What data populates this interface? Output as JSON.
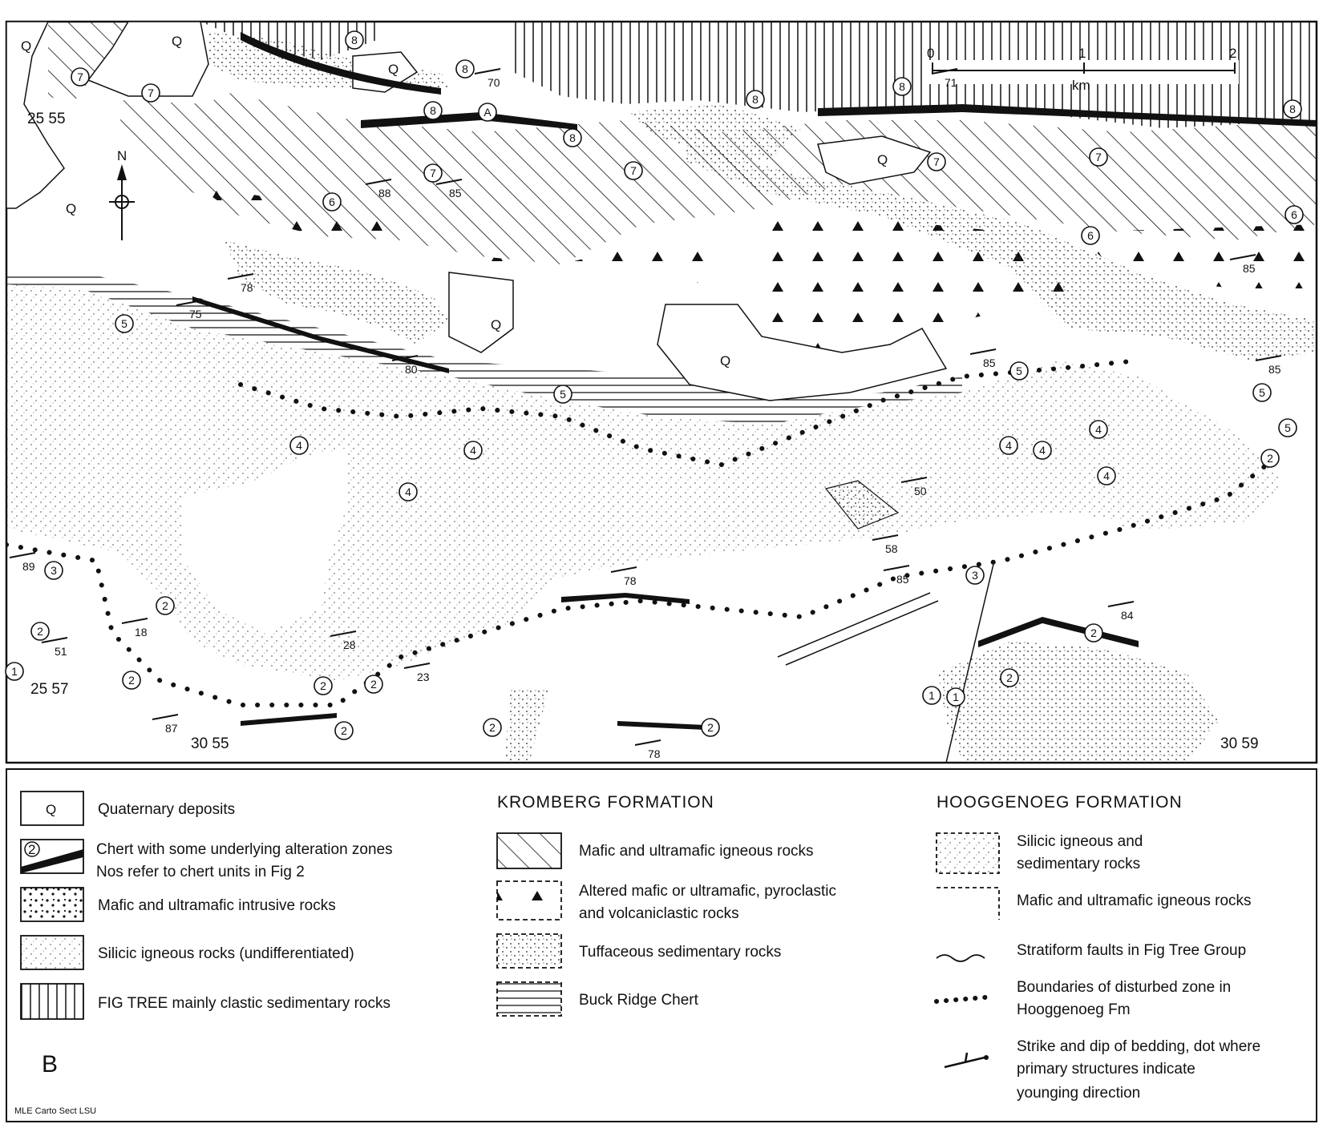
{
  "scale_bar": {
    "ticks": [
      "0",
      "1",
      "2"
    ],
    "unit": "km"
  },
  "north_arrow": {
    "label": "N"
  },
  "coordinates": {
    "top_left": "25 55",
    "bottom_left": "25 57",
    "bottom_middle": "30 55",
    "bottom_right": "30 59"
  },
  "map_labels": {
    "quaternary": "Q",
    "chert_units": [
      "1",
      "2",
      "3",
      "4",
      "5",
      "6",
      "7",
      "8",
      "A"
    ],
    "dips": [
      "70",
      "71",
      "85",
      "88",
      "78",
      "75",
      "80",
      "85",
      "85",
      "50",
      "58",
      "85",
      "78",
      "84",
      "89",
      "51",
      "18",
      "28",
      "23",
      "87",
      "78",
      "85"
    ]
  },
  "legend": {
    "col1": [
      {
        "label_lines": [
          "Quaternary deposits"
        ],
        "icon": "Q"
      },
      {
        "label_lines": [
          "Chert  with some underlying alteration zones",
          "Nos  refer to chert units in Fig  2"
        ],
        "icon": "2"
      },
      {
        "label_lines": [
          "Mafic and ultramafic intrusive rocks"
        ]
      },
      {
        "label_lines": [
          "Silicic igneous rocks (undifferentiated)"
        ]
      },
      {
        "label_lines": [
          "FIG TREE    mainly clastic sedimentary rocks"
        ]
      }
    ],
    "kromberg_heading": "KROMBERG FORMATION",
    "col2": [
      {
        "label_lines": [
          "Mafic and ultramafic igneous rocks"
        ]
      },
      {
        "label_lines": [
          "Altered mafic or ultramafic, pyroclastic",
          "and volcaniclastic rocks"
        ]
      },
      {
        "label_lines": [
          "Tuffaceous sedimentary rocks"
        ]
      },
      {
        "label_lines": [
          "Buck Ridge Chert"
        ]
      }
    ],
    "hooggenoeg_heading": "HOOGGENOEG FORMATION",
    "col3": [
      {
        "label_lines": [
          "Silicic igneous and",
          "sedimentary rocks"
        ]
      },
      {
        "label_lines": [
          "Mafic and ultramafic igneous rocks"
        ]
      },
      {
        "label_lines": [
          "Stratiform faults in Fig Tree Group"
        ]
      },
      {
        "label_lines": [
          "Boundaries of disturbed zone in",
          "Hooggenoeg Fm"
        ]
      },
      {
        "label_lines": [
          "Strike and dip of bedding, dot where",
          "primary structures indicate",
          "younging direction"
        ]
      }
    ]
  },
  "panel_label": "B",
  "credit": "MLE  Carto  Sect   LSU"
}
